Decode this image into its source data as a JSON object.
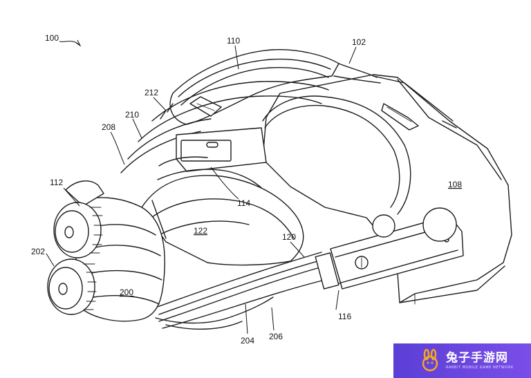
{
  "figure": {
    "reference_labels": [
      {
        "key": "100",
        "text": "100"
      },
      {
        "key": "110",
        "text": "110"
      },
      {
        "key": "102",
        "text": "102"
      },
      {
        "key": "212",
        "text": "212"
      },
      {
        "key": "210",
        "text": "210"
      },
      {
        "key": "208",
        "text": "208"
      },
      {
        "key": "112",
        "text": "112"
      },
      {
        "key": "108",
        "text": "108"
      },
      {
        "key": "114",
        "text": "114"
      },
      {
        "key": "122",
        "text": "122"
      },
      {
        "key": "120",
        "text": "120"
      },
      {
        "key": "202",
        "text": "202"
      },
      {
        "key": "200",
        "text": "200"
      },
      {
        "key": "116",
        "text": "116"
      },
      {
        "key": "204",
        "text": "204"
      },
      {
        "key": "206",
        "text": "206"
      }
    ]
  },
  "watermark": {
    "title": "兔子手游网",
    "subtitle": "RABBIT MOBILE GAME NETWORK",
    "logo_icon": "rabbit-icon",
    "colors": {
      "background": "#6a45e0",
      "logo": "#f5a623"
    }
  }
}
